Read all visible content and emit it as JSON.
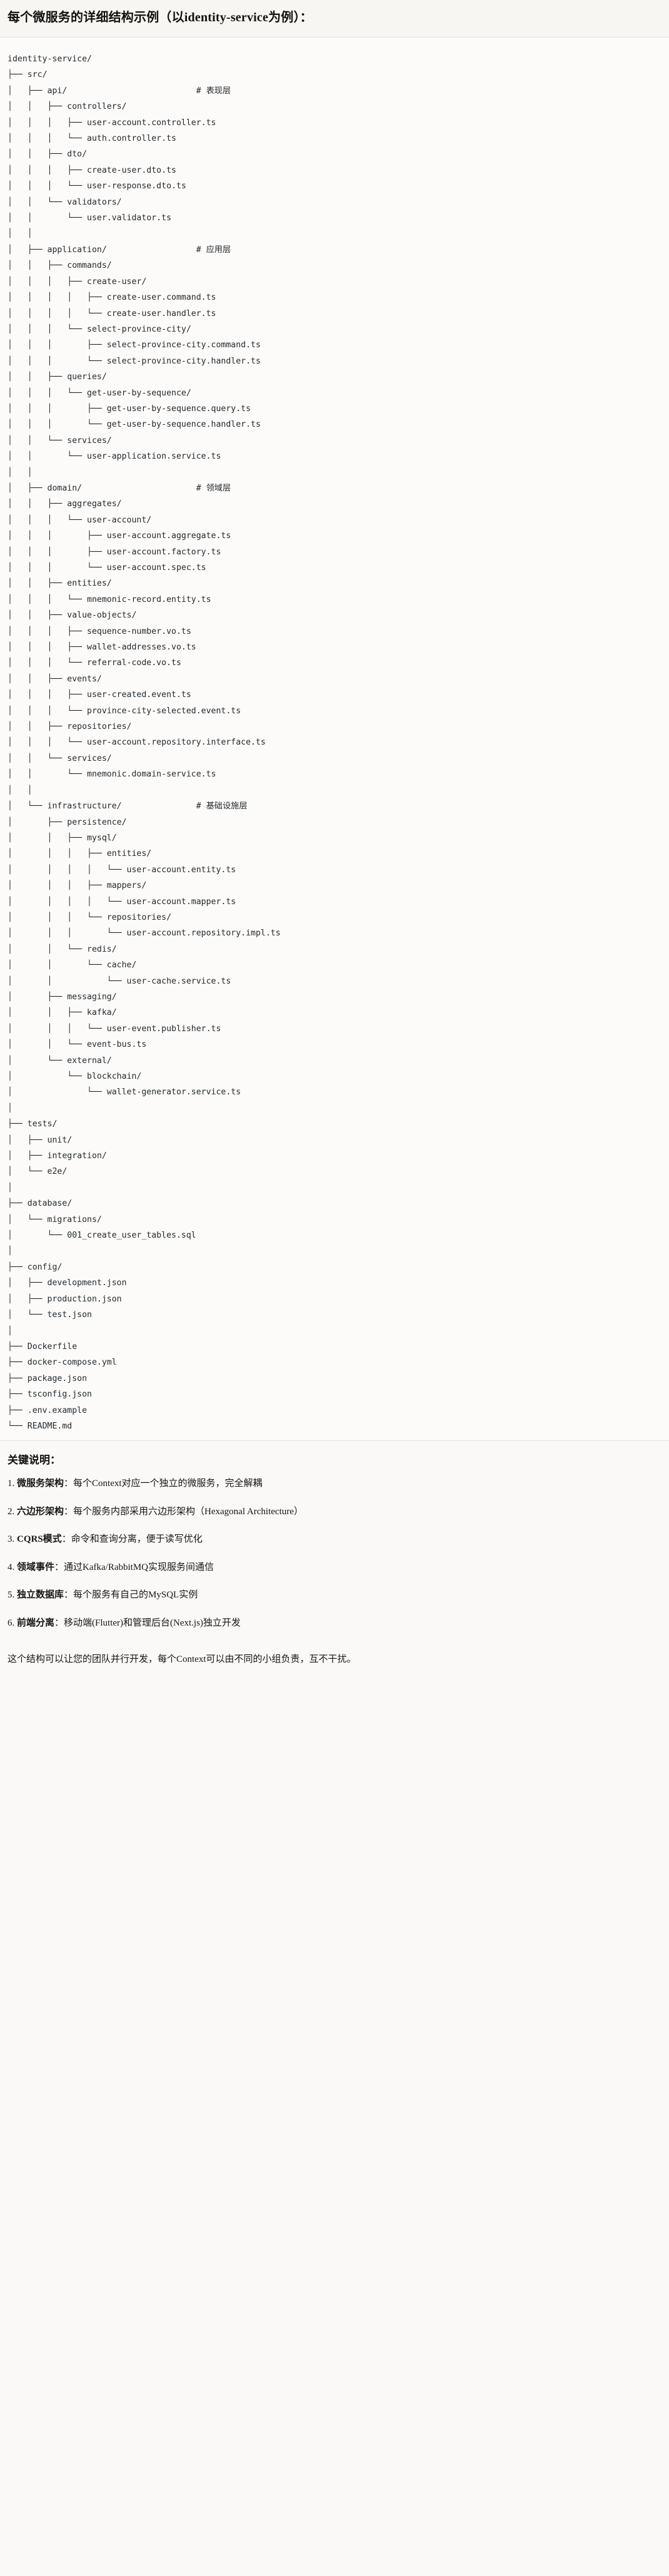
{
  "header": {
    "title": "每个微服务的详细结构示例（以identity-service为例）："
  },
  "tree": {
    "root_label": "identity-service/",
    "comments": {
      "api": "# 表现层",
      "application": "# 应用层",
      "domain": "# 领域层",
      "infrastructure": "# 基础设施层"
    },
    "text": "identity-service/\n├── src/\n│   ├── api/                          # 表现层\n│   │   ├── controllers/\n│   │   │   ├── user-account.controller.ts\n│   │   │   └── auth.controller.ts\n│   │   ├── dto/\n│   │   │   ├── create-user.dto.ts\n│   │   │   └── user-response.dto.ts\n│   │   └── validators/\n│   │       └── user.validator.ts\n│   │\n│   ├── application/                  # 应用层\n│   │   ├── commands/\n│   │   │   ├── create-user/\n│   │   │   │   ├── create-user.command.ts\n│   │   │   │   └── create-user.handler.ts\n│   │   │   └── select-province-city/\n│   │   │       ├── select-province-city.command.ts\n│   │   │       └── select-province-city.handler.ts\n│   │   ├── queries/\n│   │   │   └── get-user-by-sequence/\n│   │   │       ├── get-user-by-sequence.query.ts\n│   │   │       └── get-user-by-sequence.handler.ts\n│   │   └── services/\n│   │       └── user-application.service.ts\n│   │\n│   ├── domain/                       # 领域层\n│   │   ├── aggregates/\n│   │   │   └── user-account/\n│   │   │       ├── user-account.aggregate.ts\n│   │   │       ├── user-account.factory.ts\n│   │   │       └── user-account.spec.ts\n│   │   ├── entities/\n│   │   │   └── mnemonic-record.entity.ts\n│   │   ├── value-objects/\n│   │   │   ├── sequence-number.vo.ts\n│   │   │   ├── wallet-addresses.vo.ts\n│   │   │   └── referral-code.vo.ts\n│   │   ├── events/\n│   │   │   ├── user-created.event.ts\n│   │   │   └── province-city-selected.event.ts\n│   │   ├── repositories/\n│   │   │   └── user-account.repository.interface.ts\n│   │   └── services/\n│   │       └── mnemonic.domain-service.ts\n│   │\n│   └── infrastructure/               # 基础设施层\n│       ├── persistence/\n│       │   ├── mysql/\n│       │   │   ├── entities/\n│       │   │   │   └── user-account.entity.ts\n│       │   │   ├── mappers/\n│       │   │   │   └── user-account.mapper.ts\n│       │   │   └── repositories/\n│       │   │       └── user-account.repository.impl.ts\n│       │   └── redis/\n│       │       └── cache/\n│       │           └── user-cache.service.ts\n│       ├── messaging/\n│       │   ├── kafka/\n│       │   │   └── user-event.publisher.ts\n│       │   └── event-bus.ts\n│       └── external/\n│           └── blockchain/\n│               └── wallet-generator.service.ts\n│\n├── tests/\n│   ├── unit/\n│   ├── integration/\n│   └── e2e/\n│\n├── database/\n│   └── migrations/\n│       └── 001_create_user_tables.sql\n│\n├── config/\n│   ├── development.json\n│   ├── production.json\n│   └── test.json\n│\n├── Dockerfile\n├── docker-compose.yml\n├── package.json\n├── tsconfig.json\n├── .env.example\n└── README.md"
  },
  "notes": {
    "title": "关键说明：",
    "items": [
      {
        "num": "1.",
        "term": "微服务架构",
        "sep": "：",
        "text": "每个Context对应一个独立的微服务，完全解耦"
      },
      {
        "num": "2.",
        "term": "六边形架构",
        "sep": "：",
        "text": "每个服务内部采用六边形架构（Hexagonal Architecture）"
      },
      {
        "num": "3.",
        "term": "CQRS模式",
        "sep": "：",
        "text": "命令和查询分离，便于读写优化"
      },
      {
        "num": "4.",
        "term": "领域事件",
        "sep": "：",
        "text": "通过Kafka/RabbitMQ实现服务间通信"
      },
      {
        "num": "5.",
        "term": "独立数据库",
        "sep": "：",
        "text": "每个服务有自己的MySQL实例"
      },
      {
        "num": "6.",
        "term": "前端分离",
        "sep": "：",
        "text": "移动端(Flutter)和管理后台(Next.js)独立开发"
      }
    ],
    "footer": "这个结构可以让您的团队并行开发，每个Context可以由不同的小组负责，互不干扰。"
  }
}
